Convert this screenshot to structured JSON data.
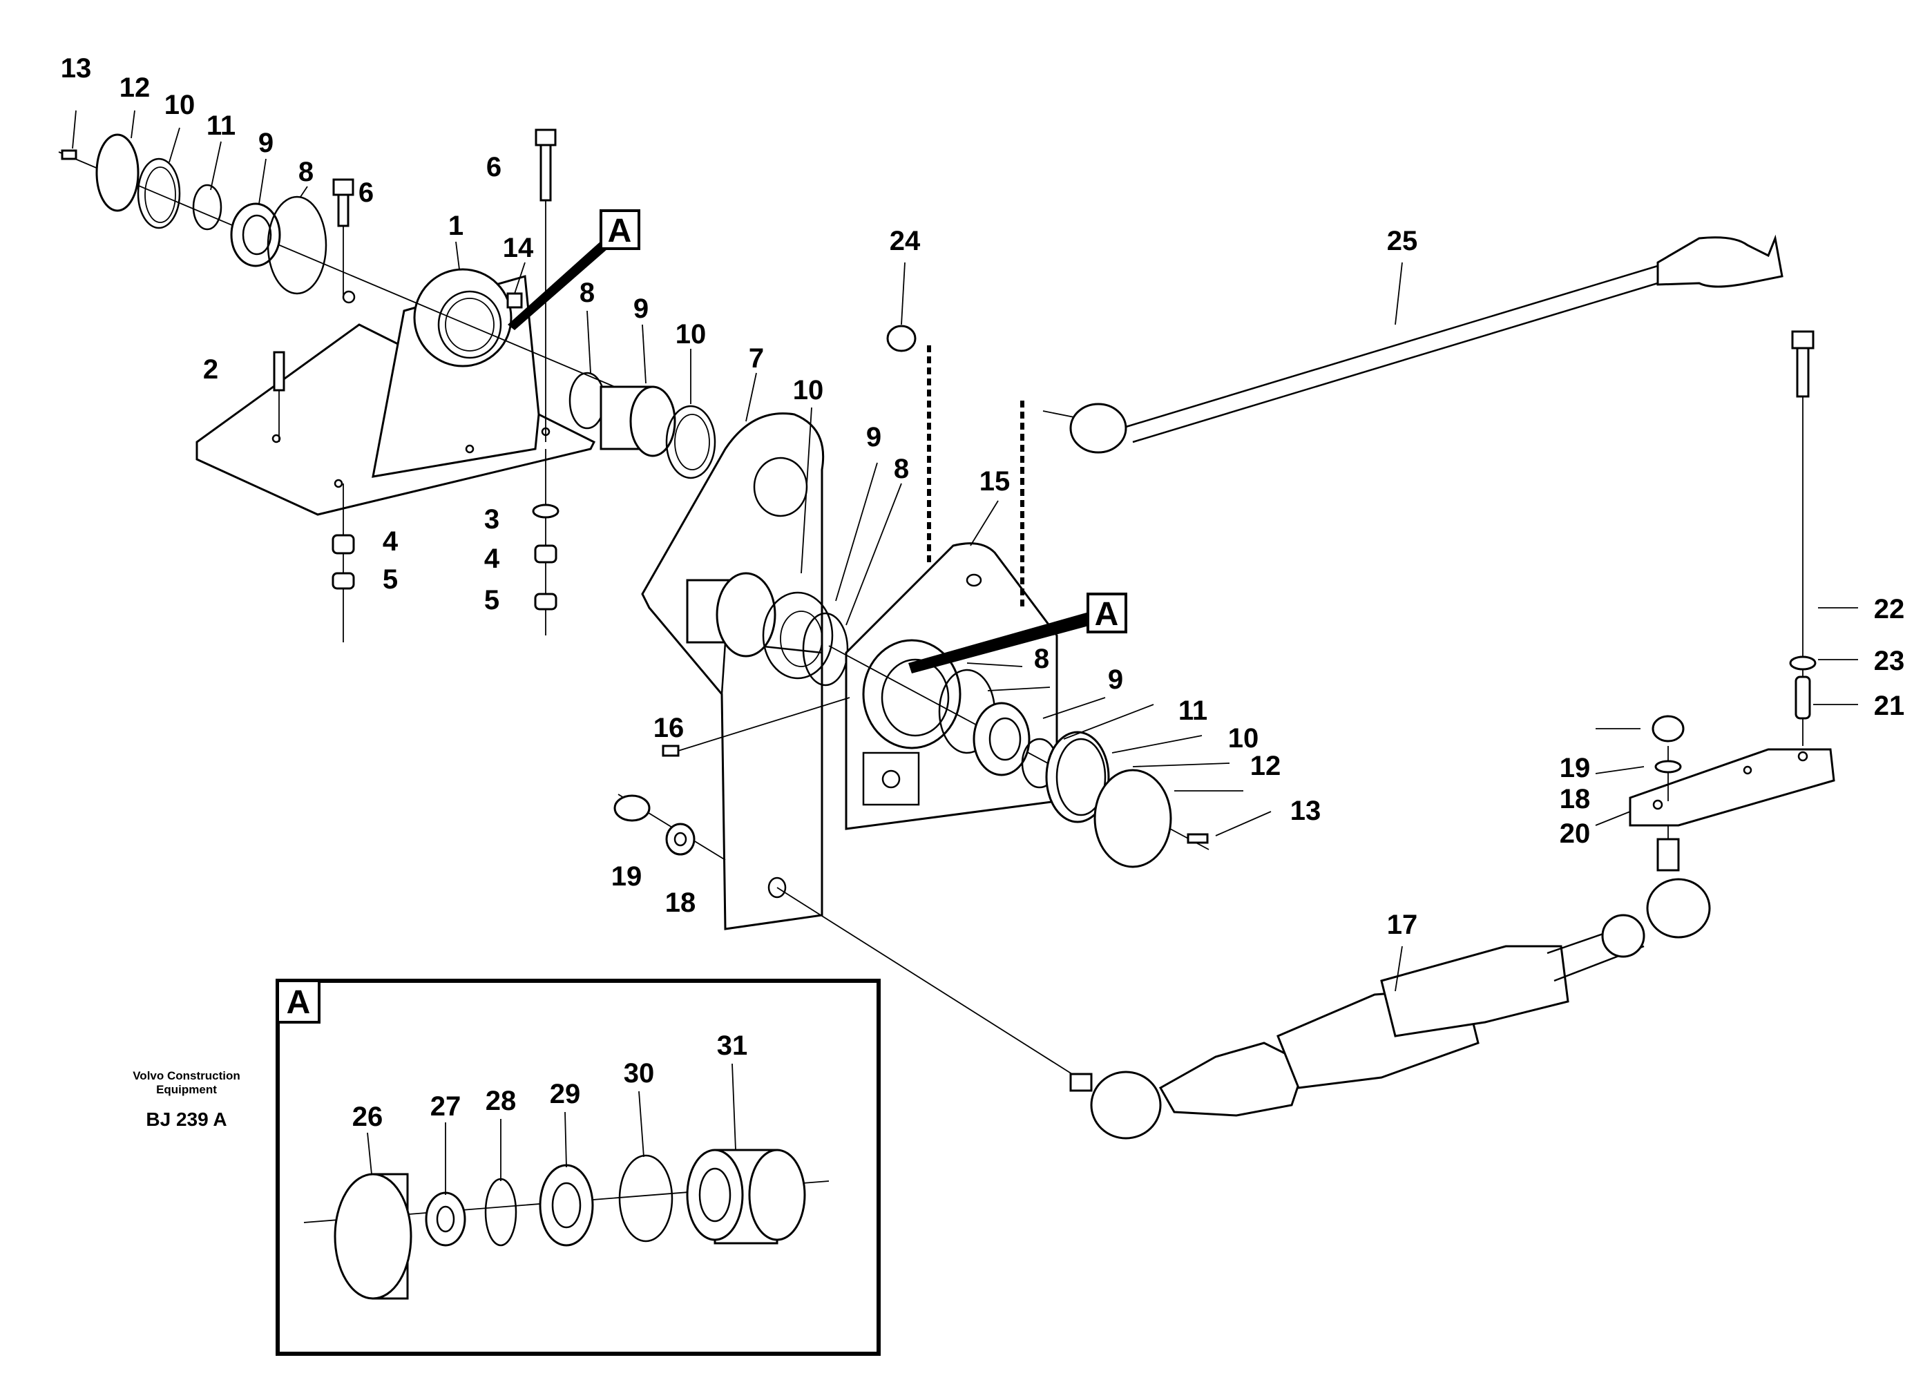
{
  "callouts": {
    "a_inset": "A",
    "a_top": "A",
    "a_right": "A"
  },
  "labels": {
    "l1": "1",
    "l2": "2",
    "l3": "3",
    "l4a": "4",
    "l4b": "4",
    "l5a": "5",
    "l5b": "5",
    "l6a": "6",
    "l6b": "6",
    "l7": "7",
    "l8a": "8",
    "l8b": "8",
    "l8c": "8",
    "l8d": "8",
    "l9a": "9",
    "l9b": "9",
    "l9c": "9",
    "l9d": "9",
    "l10a": "10",
    "l10b": "10",
    "l10c": "10",
    "l10d": "10",
    "l11a": "11",
    "l11b": "11",
    "l12a": "12",
    "l12b": "12",
    "l13a": "13",
    "l13b": "13",
    "l14": "14",
    "l15": "15",
    "l16": "16",
    "l17": "17",
    "l18a": "18",
    "l18b": "18",
    "l19a": "19",
    "l19b": "19",
    "l20": "20",
    "l21": "21",
    "l22": "22",
    "l23": "23",
    "l24": "24",
    "l25": "25",
    "l26": "26",
    "l27": "27",
    "l28": "28",
    "l29": "29",
    "l30": "30",
    "l31": "31"
  },
  "footer": {
    "brand_line1": "Volvo Construction",
    "brand_line2": "Equipment",
    "ref": "BJ 239 A"
  }
}
